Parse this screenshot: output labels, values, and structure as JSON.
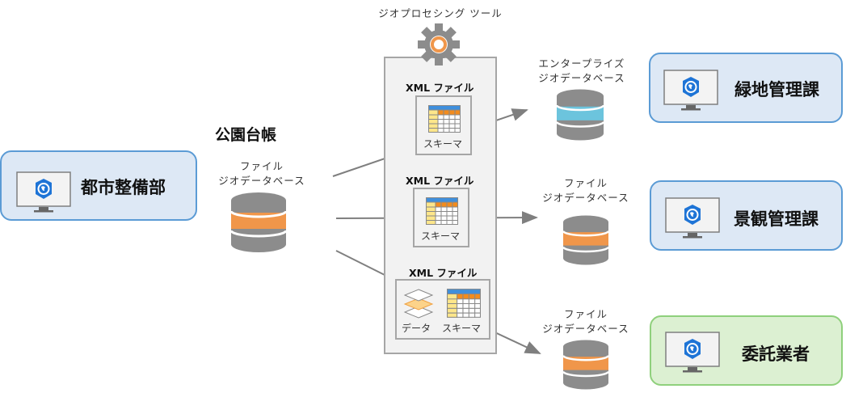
{
  "title": "ジオプロセシング ツール",
  "source": {
    "department": "都市整備部",
    "dataset_title": "公園台帳",
    "db_label_line1": "ファイル",
    "db_label_line2": "ジオデータベース"
  },
  "tool": {
    "label": "ジオプロセシング ツール",
    "exports": [
      {
        "title": "XML ファイル",
        "items": [
          "スキーマ"
        ]
      },
      {
        "title": "XML ファイル",
        "items": [
          "スキーマ"
        ]
      },
      {
        "title": "XML ファイル",
        "items": [
          "データ",
          "スキーマ"
        ]
      }
    ]
  },
  "targets": [
    {
      "db_line1": "エンタープライズ",
      "db_line2": "ジオデータベース",
      "db_band_color": "#6cc4dd",
      "department": "緑地管理課"
    },
    {
      "db_line1": "ファイル",
      "db_line2": "ジオデータベース",
      "db_band_color": "#f0964a",
      "department": "景観管理課"
    },
    {
      "db_line1": "ファイル",
      "db_line2": "ジオデータベース",
      "db_band_color": "#f0964a",
      "department": "委託業者"
    }
  ],
  "colors": {
    "dept_blue_border": "#5b9bd5",
    "dept_blue_fill": "#dde8f5",
    "dept_green_border": "#8fd07c",
    "dept_green_fill": "#dcf0d2",
    "db_gray": "#8c8c8c",
    "db_orange": "#f0964a",
    "db_cyan": "#6cc4dd",
    "gear_gray": "#8c8c8c",
    "gear_ring": "#f0964a"
  }
}
